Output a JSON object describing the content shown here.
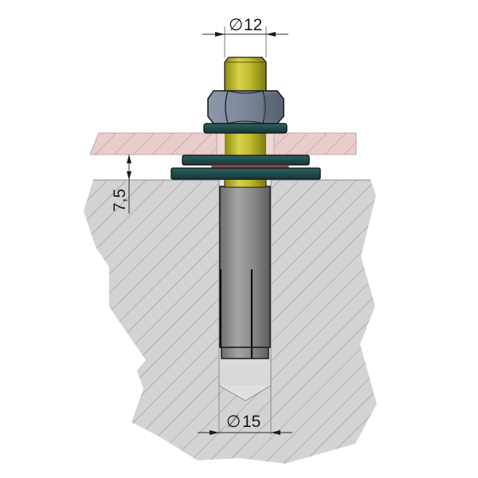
{
  "diagram": {
    "title": "Expansion anchor bolt installed through base plate into concrete",
    "components": [
      {
        "id": "threaded-stud",
        "label": "Threaded stud",
        "color": "#b7b32a"
      },
      {
        "id": "hex-nut",
        "label": "Hex nut",
        "color": "#7f8a9c"
      },
      {
        "id": "upper-washer",
        "label": "Washer",
        "color": "#214a4a"
      },
      {
        "id": "base-plate",
        "label": "Base plate (section)",
        "color": "#e7c9c9"
      },
      {
        "id": "leveling-washer-1",
        "label": "Washer",
        "color": "#214a4a"
      },
      {
        "id": "spacer-shim",
        "label": "Shim",
        "color": "#8a4a4a"
      },
      {
        "id": "leveling-washer-2",
        "label": "Washer",
        "color": "#214a4a"
      },
      {
        "id": "expansion-sleeve",
        "label": "Expansion sleeve",
        "color": "#8d8d8d"
      },
      {
        "id": "concrete",
        "label": "Concrete (section)",
        "color": "#d3d3d3"
      },
      {
        "id": "drill-hole",
        "label": "Drilled hole",
        "color": "#e3e3e3"
      }
    ],
    "dimensions": {
      "stud_diameter": {
        "symbol": "∅",
        "value": "12"
      },
      "hole_diameter": {
        "symbol": "∅",
        "value": "15"
      },
      "gap_height": {
        "value": "7,5"
      }
    },
    "colors": {
      "hatch": "#9a9a9a",
      "outline": "#1c1c1c",
      "dimension_line": "#2a2a2a"
    }
  }
}
